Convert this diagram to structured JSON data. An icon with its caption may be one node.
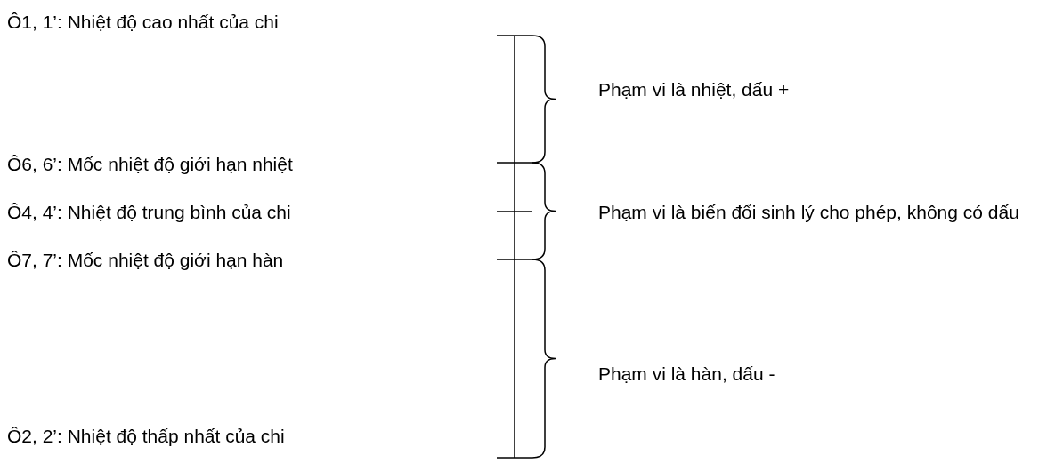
{
  "diagram": {
    "labels": [
      "Ô1, 1’: Nhiệt độ cao nhất của chi",
      "Phạm vi là nhiệt, dấu +",
      "Ô6, 6’: Mốc nhiệt độ giới hạn nhiệt",
      "Ô4, 4’: Nhiệt độ trung bình của chi",
      "Phạm vi là biến đổi sinh lý cho phép, không có dấu",
      "Ô7, 7’: Mốc nhiệt độ giới hạn hàn",
      "Phạm vi là hàn, dấu -",
      "Ô2, 2’: Nhiệt độ thấp nhất của chi"
    ]
  }
}
